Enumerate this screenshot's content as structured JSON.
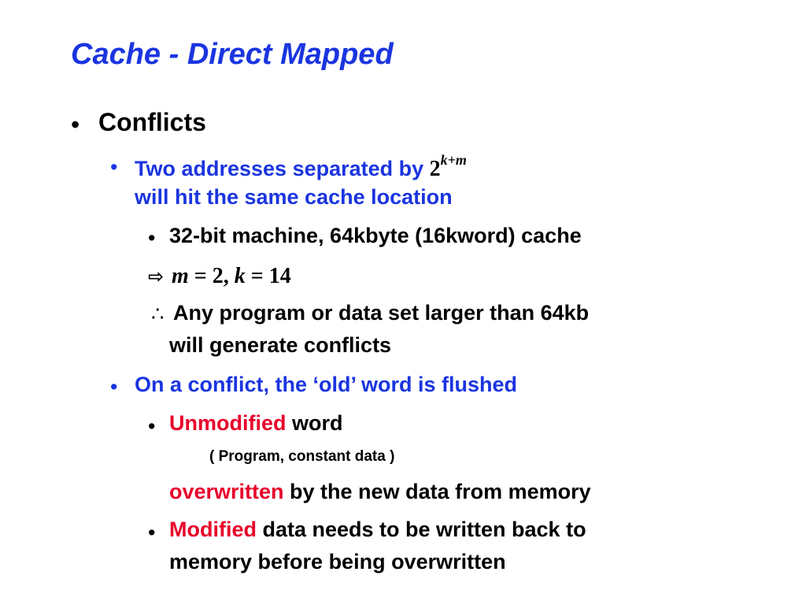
{
  "slide": {
    "title": "Cache - Direct Mapped",
    "bullet_char": "•",
    "l1": {
      "text": "Conflicts"
    },
    "two_addr": {
      "prefix": "Two addresses separated by ",
      "base": "2",
      "exp": "k+m",
      "line2": "will hit the same cache location"
    },
    "machine": "32-bit machine, 64kbyte (16kword) cache",
    "implies_glyph": "⇨",
    "math": {
      "m_var": "m",
      "m_eq": " = 2, ",
      "k_var": "k",
      "k_eq": " = 14"
    },
    "therefore_glyph": "∴",
    "any_program": {
      "line1": "Any program or data set larger than 64kb",
      "line2": "will generate conflicts"
    },
    "on_conflict": "On a conflict, the ‘old’ word is flushed",
    "unmodified": {
      "red": "Unmodified",
      "rest": " word"
    },
    "program_const": "( Program, constant data )",
    "overwritten": {
      "red": "overwritten",
      "rest": " by the new data from memory"
    },
    "modified": {
      "red": "Modified",
      "rest": " data needs to be written back to",
      "line2": "memory before being overwritten"
    },
    "colors": {
      "title": "#1a35e0",
      "level2": "#1a35e0",
      "highlight": "#e8002a",
      "text": "#000000"
    }
  }
}
